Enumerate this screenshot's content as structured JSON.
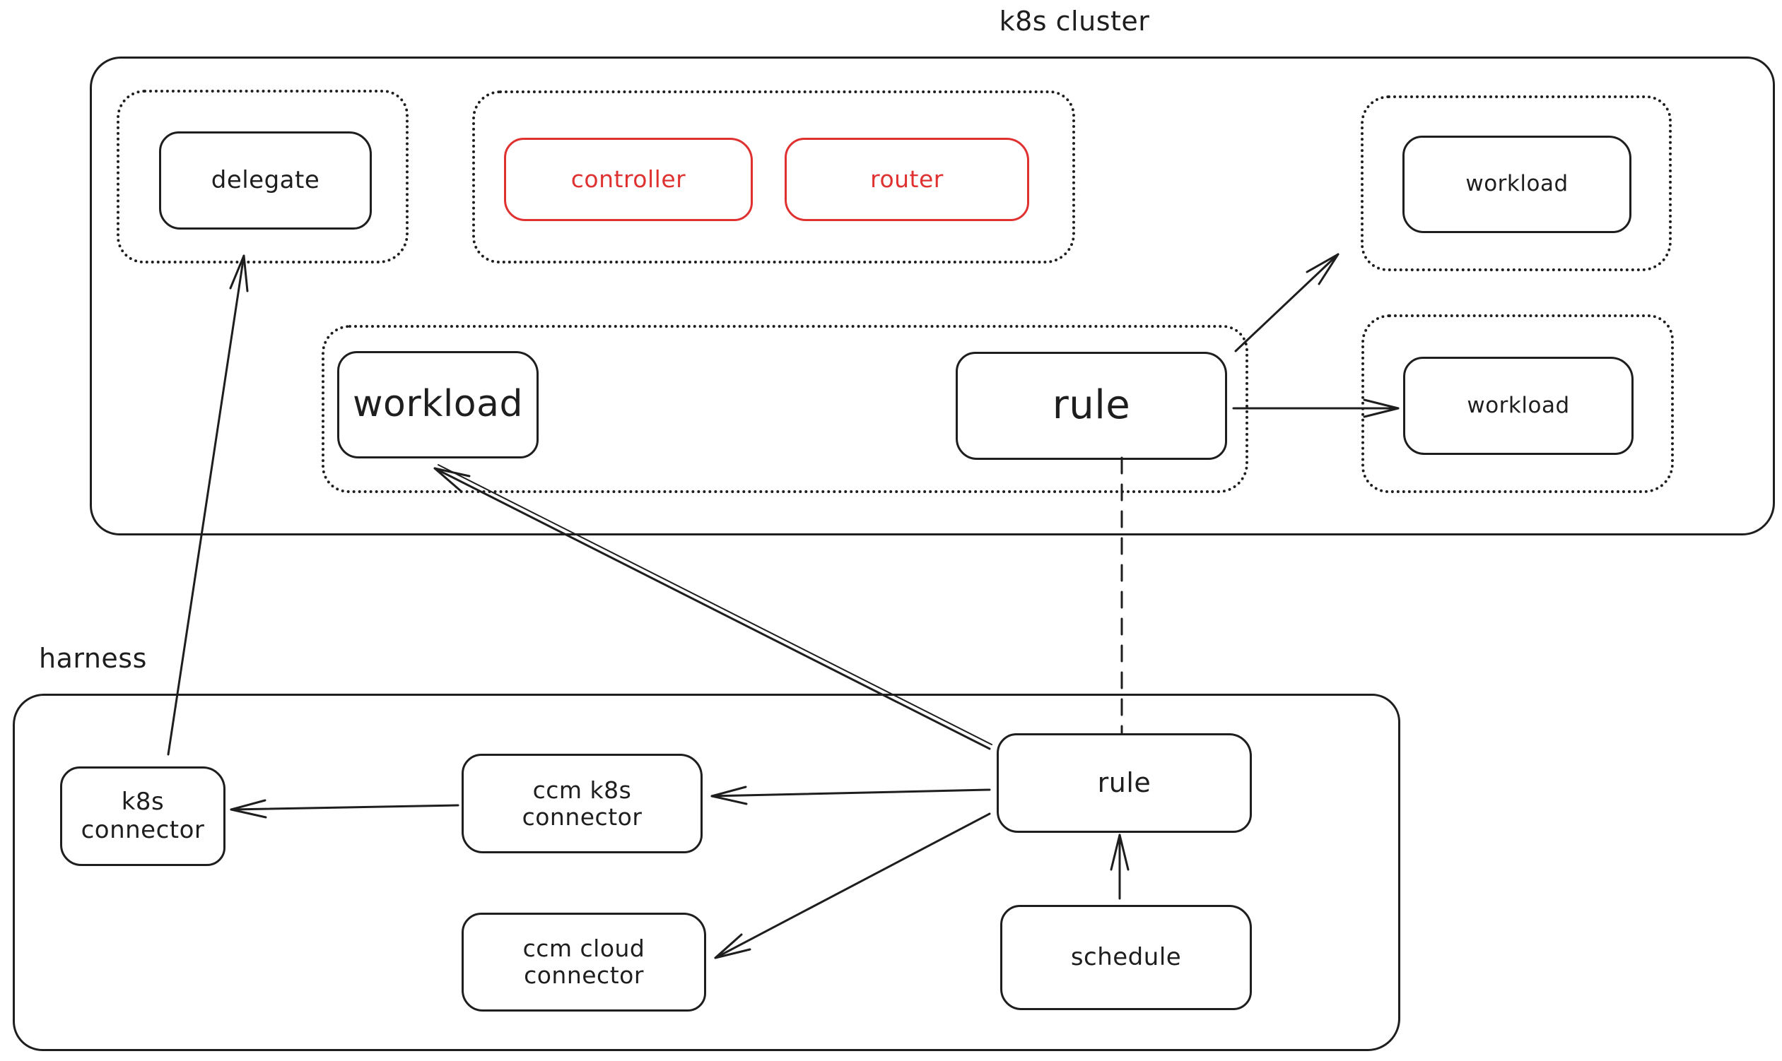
{
  "colors": {
    "stroke": "#1e1e1e",
    "accent_red": "#e03131",
    "background": "#ffffff"
  },
  "k8s_cluster": {
    "title": "k8s cluster",
    "nodes": {
      "delegate": "delegate",
      "controller": "controller",
      "router": "router",
      "workload_top_right": "workload",
      "workload_mid_right": "workload",
      "workload_main": "workload",
      "rule": "rule"
    }
  },
  "harness": {
    "title": "harness",
    "nodes": {
      "k8s_connector": "k8s connector",
      "ccm_k8s_connector": "ccm k8s\nconnector",
      "ccm_cloud_connector": "ccm cloud\nconnector",
      "rule": "rule",
      "schedule": "schedule"
    }
  }
}
